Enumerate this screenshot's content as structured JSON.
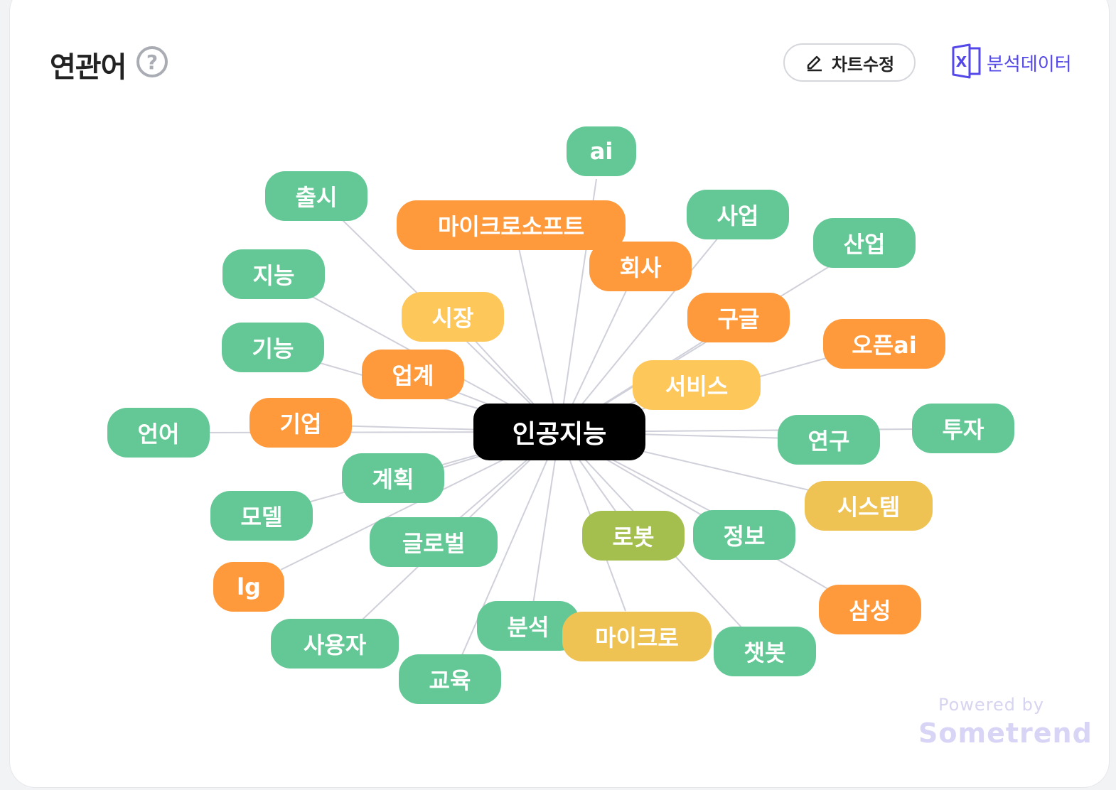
{
  "header": {
    "title": "연관어",
    "help_icon": "?",
    "edit_button_label": "차트수정",
    "edit_icon": "pencil-icon",
    "data_button_label": "분석데이터",
    "data_icon": "excel-icon"
  },
  "footer": {
    "powered_by": "Powered by",
    "brand": "Sometrend"
  },
  "colors": {
    "green": "#63c896",
    "orange": "#ff9a3c",
    "yellow": "#fec75a",
    "gold": "#eec253",
    "olive": "#a5bf4e",
    "center": "#000000",
    "edge": "#cfd0da",
    "accent": "#5448e8"
  },
  "center": {
    "id": "center",
    "label": "인공지능",
    "color": "center"
  },
  "nodes": [
    {
      "id": "ai",
      "label": "ai",
      "color": "green"
    },
    {
      "id": "chulsi",
      "label": "출시",
      "color": "green"
    },
    {
      "id": "ms",
      "label": "마이크로소프트",
      "color": "orange"
    },
    {
      "id": "saeop",
      "label": "사업",
      "color": "green"
    },
    {
      "id": "saneop",
      "label": "산업",
      "color": "green"
    },
    {
      "id": "hoesa",
      "label": "회사",
      "color": "orange"
    },
    {
      "id": "jineung",
      "label": "지능",
      "color": "green"
    },
    {
      "id": "sijang",
      "label": "시장",
      "color": "yellow"
    },
    {
      "id": "gugeul",
      "label": "구글",
      "color": "orange"
    },
    {
      "id": "openai",
      "label": "오픈ai",
      "color": "orange"
    },
    {
      "id": "gineung",
      "label": "기능",
      "color": "green"
    },
    {
      "id": "eopgye",
      "label": "업계",
      "color": "orange"
    },
    {
      "id": "service",
      "label": "서비스",
      "color": "yellow"
    },
    {
      "id": "eoneo",
      "label": "언어",
      "color": "green"
    },
    {
      "id": "gieop",
      "label": "기업",
      "color": "orange"
    },
    {
      "id": "tuja",
      "label": "투자",
      "color": "green"
    },
    {
      "id": "yeongu",
      "label": "연구",
      "color": "green"
    },
    {
      "id": "gyehoek",
      "label": "계획",
      "color": "green"
    },
    {
      "id": "model",
      "label": "모델",
      "color": "green"
    },
    {
      "id": "system",
      "label": "시스템",
      "color": "gold"
    },
    {
      "id": "global",
      "label": "글로벌",
      "color": "green"
    },
    {
      "id": "robot",
      "label": "로봇",
      "color": "olive"
    },
    {
      "id": "jeongbo",
      "label": "정보",
      "color": "green"
    },
    {
      "id": "lg",
      "label": "lg",
      "color": "orange"
    },
    {
      "id": "samsung",
      "label": "삼성",
      "color": "orange"
    },
    {
      "id": "bunseok",
      "label": "분석",
      "color": "green"
    },
    {
      "id": "micro",
      "label": "마이크로",
      "color": "gold"
    },
    {
      "id": "sayongja",
      "label": "사용자",
      "color": "green"
    },
    {
      "id": "chatbot",
      "label": "챗봇",
      "color": "green"
    },
    {
      "id": "gyoyuk",
      "label": "교육",
      "color": "green"
    }
  ],
  "edges": [
    [
      "center",
      "ai"
    ],
    [
      "center",
      "chulsi"
    ],
    [
      "center",
      "ms"
    ],
    [
      "center",
      "saeop"
    ],
    [
      "center",
      "saneop"
    ],
    [
      "center",
      "hoesa"
    ],
    [
      "center",
      "jineung"
    ],
    [
      "center",
      "sijang"
    ],
    [
      "center",
      "gugeul"
    ],
    [
      "center",
      "openai"
    ],
    [
      "center",
      "gineung"
    ],
    [
      "center",
      "eopgye"
    ],
    [
      "center",
      "service"
    ],
    [
      "center",
      "eoneo"
    ],
    [
      "center",
      "gieop"
    ],
    [
      "center",
      "tuja"
    ],
    [
      "center",
      "yeongu"
    ],
    [
      "center",
      "gyehoek"
    ],
    [
      "center",
      "model"
    ],
    [
      "center",
      "system"
    ],
    [
      "center",
      "global"
    ],
    [
      "center",
      "robot"
    ],
    [
      "center",
      "jeongbo"
    ],
    [
      "center",
      "lg"
    ],
    [
      "center",
      "samsung"
    ],
    [
      "center",
      "bunseok"
    ],
    [
      "center",
      "micro"
    ],
    [
      "center",
      "sayongja"
    ],
    [
      "center",
      "chatbot"
    ],
    [
      "center",
      "gyoyuk"
    ]
  ]
}
